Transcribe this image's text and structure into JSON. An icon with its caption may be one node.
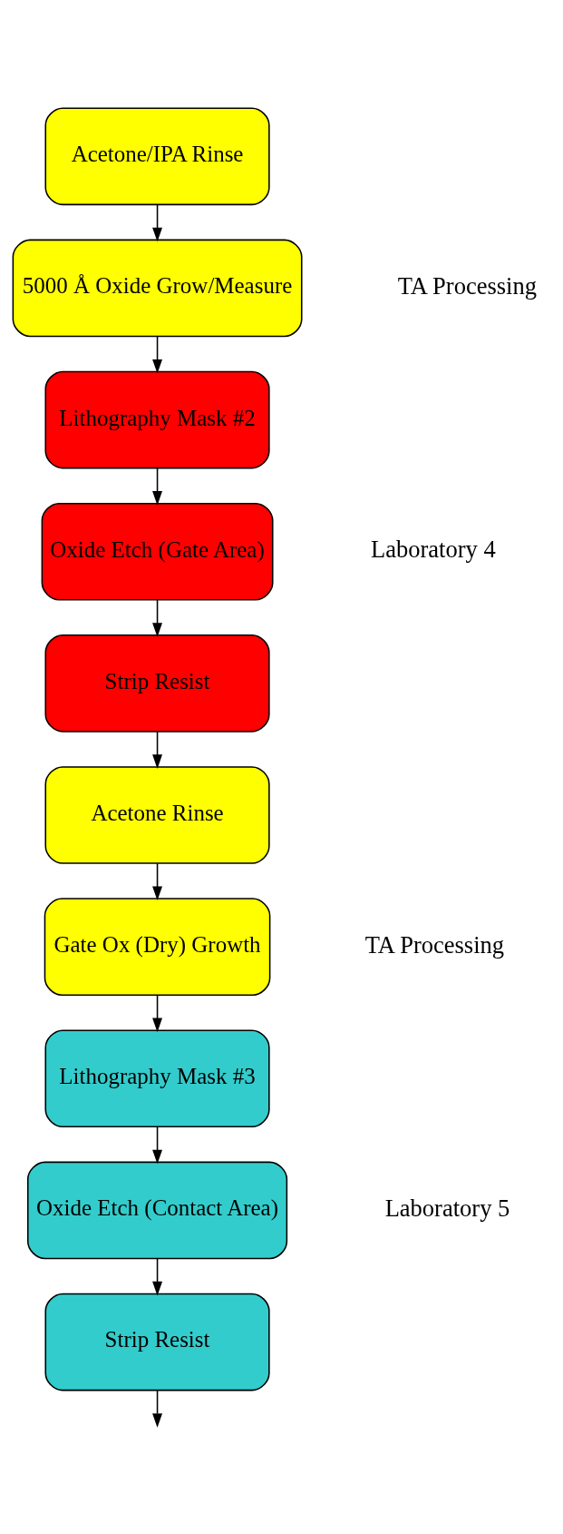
{
  "diagram": {
    "nodes": [
      {
        "text": [
          "Acetone/IPA Rinse"
        ]
      },
      {
        "text": [
          "5000 Å Oxide Grow/Measure"
        ]
      },
      {
        "text": [
          "Lithography Mask #2"
        ]
      },
      {
        "text": [
          "Oxide Etch (Gate Area)"
        ]
      },
      {
        "text": [
          "Strip Resist"
        ]
      },
      {
        "text": [
          "Acetone Rinse"
        ]
      },
      {
        "text": [
          "Gate Ox (Dry) Growth"
        ]
      },
      {
        "text": [
          "Lithography Mask #3"
        ]
      },
      {
        "text": [
          "Oxide Etch (Contact Area)"
        ]
      },
      {
        "text": [
          "Strip Resist"
        ]
      }
    ],
    "edges": [
      {
        "from": 0,
        "to": 1,
        "arrow": "to"
      },
      {
        "from": 1,
        "to": 2,
        "arrow": "to"
      },
      {
        "from": 2,
        "to": 3,
        "arrow": "to"
      },
      {
        "from": 3,
        "to": 4,
        "arrow": "to"
      },
      {
        "from": 4,
        "to": 5,
        "arrow": "to"
      },
      {
        "from": 5,
        "to": 6,
        "arrow": "to"
      },
      {
        "from": 6,
        "to": 7,
        "arrow": "to"
      },
      {
        "from": 7,
        "to": 8,
        "arrow": "to"
      },
      {
        "from": 8,
        "to": 9,
        "arrow": "to"
      },
      {
        "from": 9,
        "to": null,
        "arrow": "to"
      }
    ],
    "labels": [
      "TA Processing",
      "Laboratory 4",
      "TA Processing",
      "Laboratory 5"
    ]
  }
}
